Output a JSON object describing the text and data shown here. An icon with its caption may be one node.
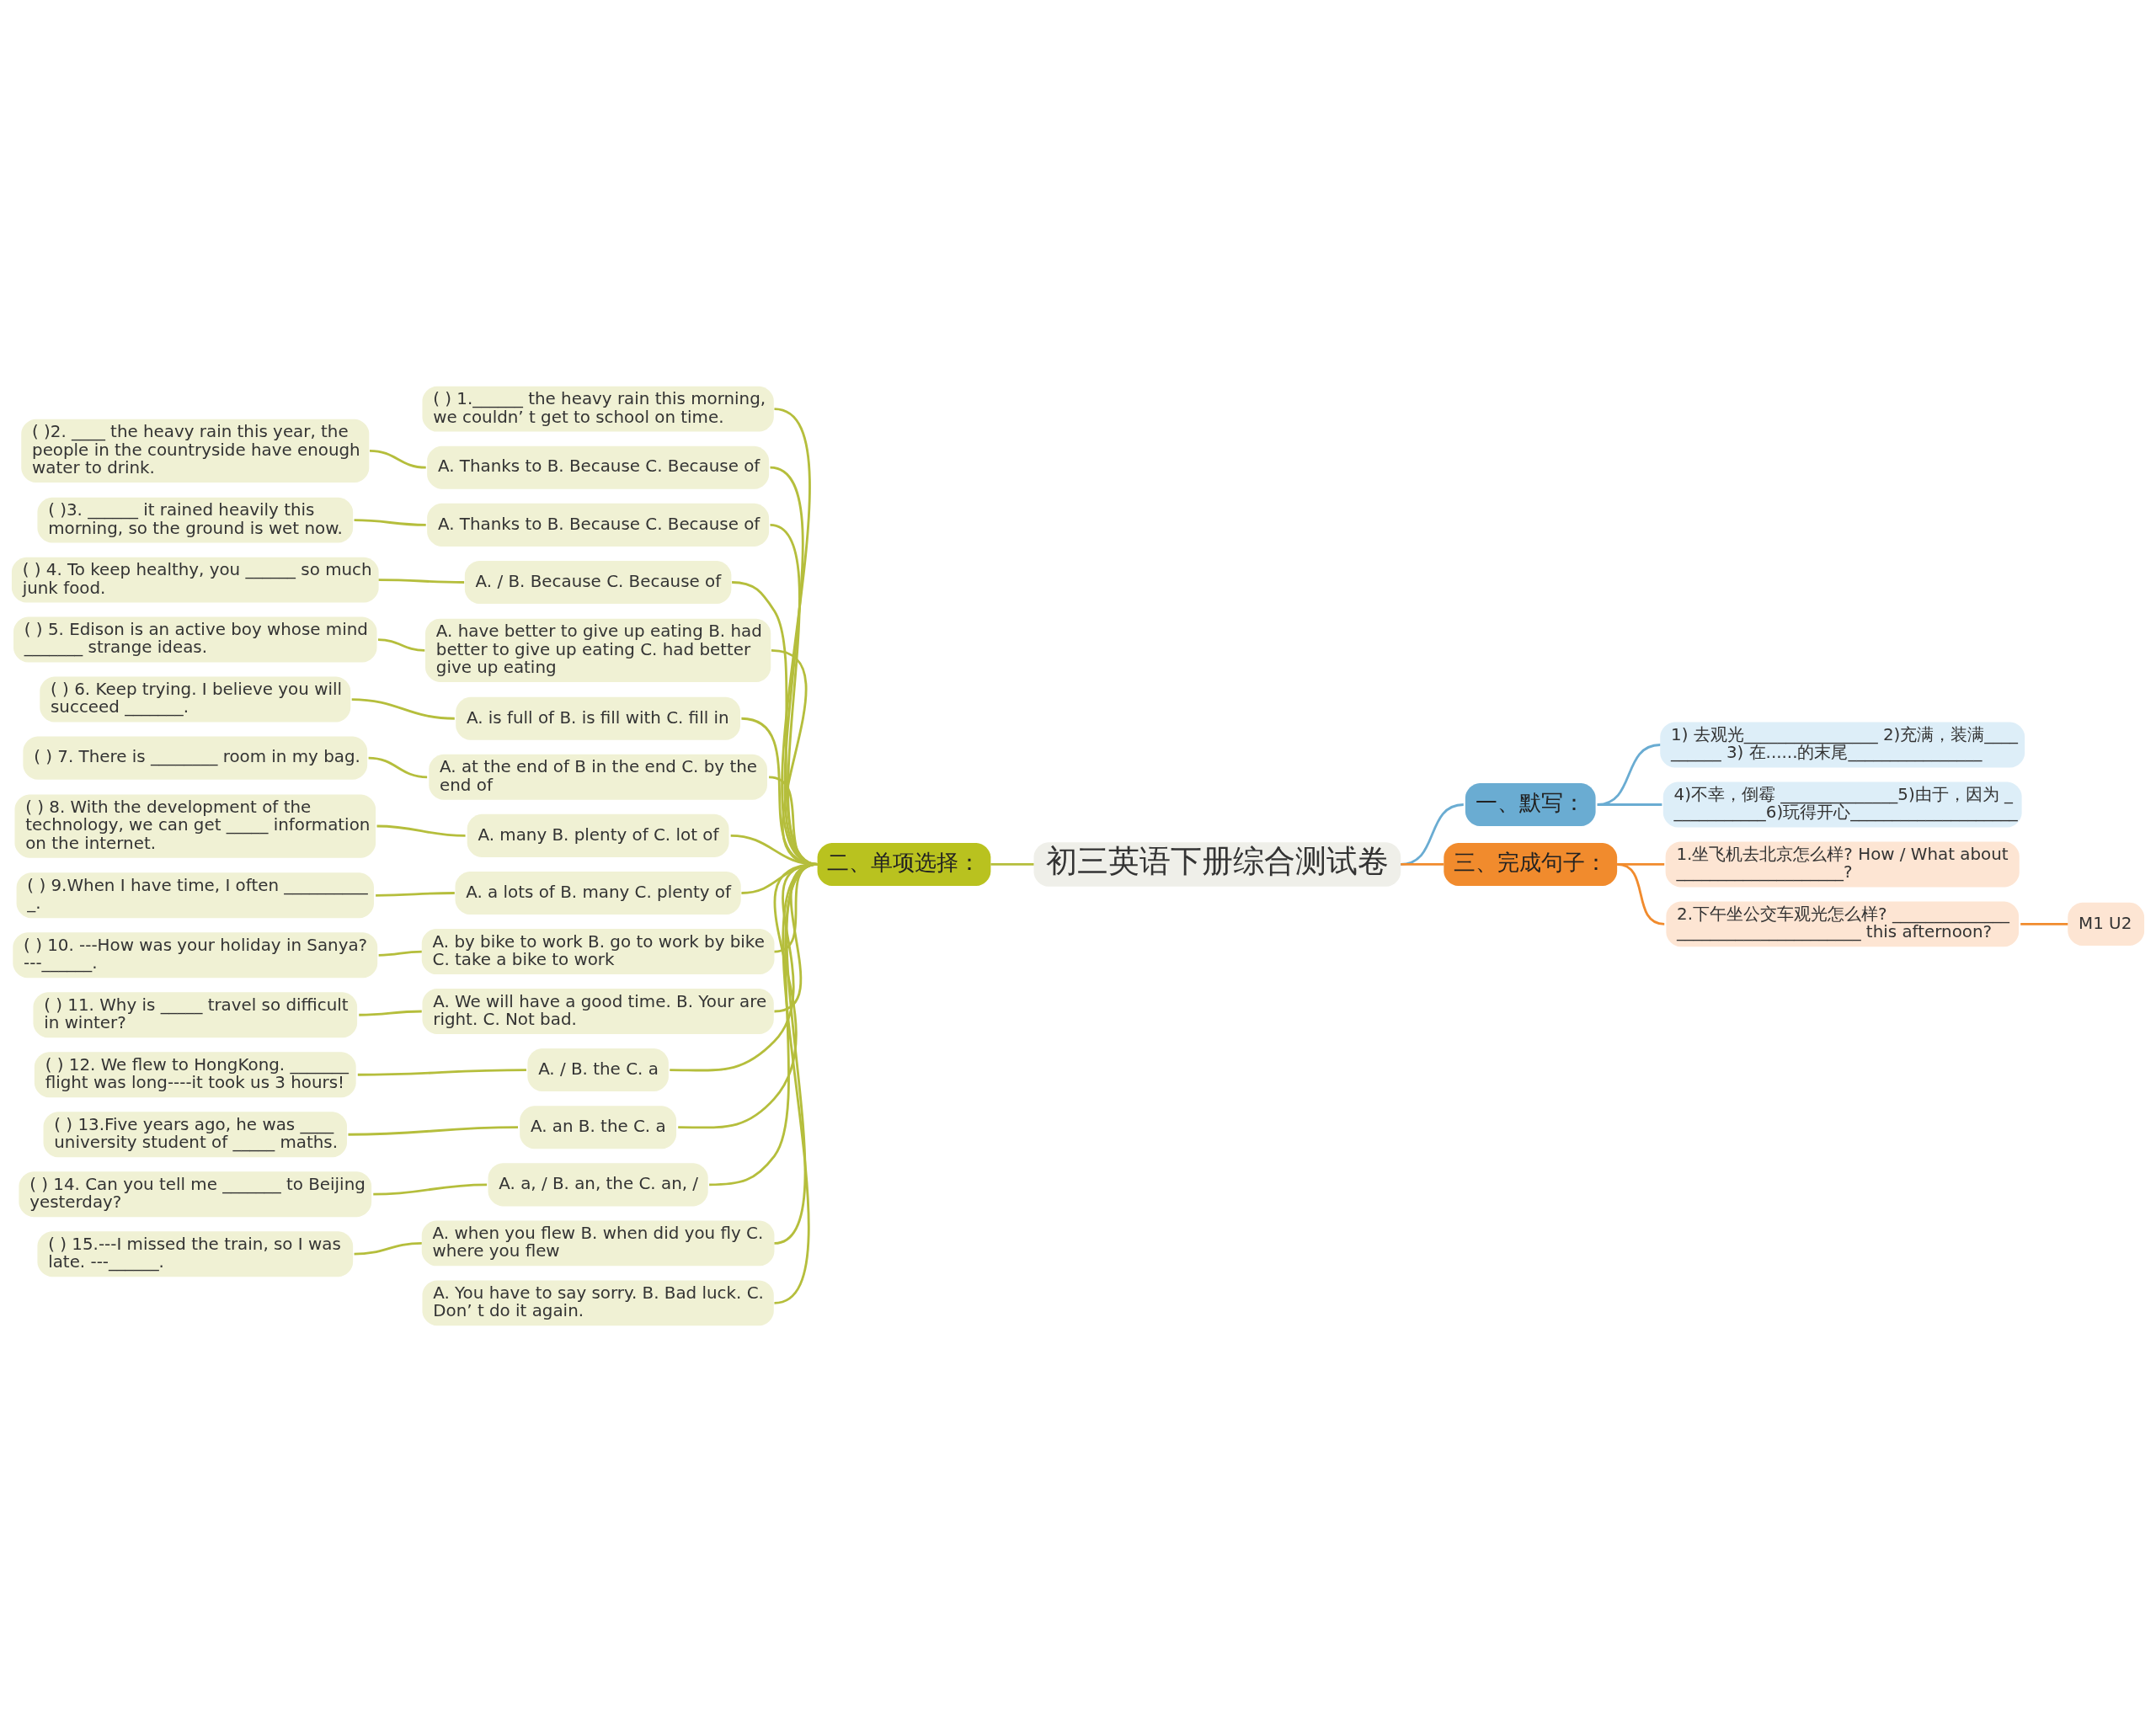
{
  "diagram": {
    "nodes": [
      {
        "text": [
          "初三英语下册综合测试卷"
        ]
      },
      {
        "text": [
          "一、默写："
        ]
      },
      {
        "text": [
          "1) 去观光________________ 2)充满，装满____ ______ 3) 在......的末尾________________"
        ]
      },
      {
        "text": [
          "4)不幸，倒霉 ______________5)由于，因为 _ ___________6)玩得开心____________________"
        ]
      },
      {
        "text": [
          "二、单项选择："
        ]
      },
      {
        "text": [
          "( ) 1.______ the heavy rain this morning, we couldn’ t get to school on time."
        ]
      },
      {
        "text": [
          "A. Thanks to B. Because C. Because of"
        ]
      },
      {
        "text": [
          "( )2. ____ the heavy rain this year, the people in the countryside have enough water to drink."
        ]
      },
      {
        "text": [
          "A. Thanks to B. Because C. Because of"
        ]
      },
      {
        "text": [
          "( )3. ______ it rained heavily this morning, so the ground is wet now."
        ]
      },
      {
        "text": [
          "A. / B. Because C. Because of"
        ]
      },
      {
        "text": [
          "( ) 4. To keep healthy, you ______ so much junk food."
        ]
      },
      {
        "text": [
          "A. have better to give up eating B. had better to give up eating C. had better give up eating"
        ]
      },
      {
        "text": [
          "( ) 5. Edison is an active boy whose mind _______ strange ideas."
        ]
      },
      {
        "text": [
          "A. is full of B. is fill with C. fill in"
        ]
      },
      {
        "text": [
          "( ) 6. Keep trying. I believe you will succeed _______."
        ]
      },
      {
        "text": [
          "A. at the end of B in the end C. by the end of"
        ]
      },
      {
        "text": [
          "( ) 7. There is ________ room in my bag."
        ]
      },
      {
        "text": [
          "A. many B. plenty of C. lot of"
        ]
      },
      {
        "text": [
          "( ) 8. With the development of the technology, we can get _____ information on the internet."
        ]
      },
      {
        "text": [
          "A. a lots of B. many C. plenty of"
        ]
      },
      {
        "text": [
          "( ) 9.When I have time, I often __________ _."
        ]
      },
      {
        "text": [
          "A. by bike to work B. go to work by bike C. take a bike to work"
        ]
      },
      {
        "text": [
          "( ) 10. ---How was your holiday in Sanya? ---______."
        ]
      },
      {
        "text": [
          "A. We will have a good time. B. Your are right. C. Not bad."
        ]
      },
      {
        "text": [
          "( ) 11. Why is _____ travel so difficult in winter?"
        ]
      },
      {
        "text": [
          "A. / B. the C. a"
        ]
      },
      {
        "text": [
          "( ) 12. We flew to HongKong. _______ flight was long----it took us 3 hours!"
        ]
      },
      {
        "text": [
          "A. an B. the C. a"
        ]
      },
      {
        "text": [
          "( ) 13.Five years ago, he was ____ university student of _____ maths."
        ]
      },
      {
        "text": [
          "A. a, / B. an, the C. an, /"
        ]
      },
      {
        "text": [
          "( ) 14. Can you tell me _______ to Beijing yesterday?"
        ]
      },
      {
        "text": [
          "A. when you flew B. when did you fly C. where you flew"
        ]
      },
      {
        "text": [
          "( ) 15.---I missed the train, so I was late. ---______."
        ]
      },
      {
        "text": [
          "A. You have to say sorry. B. Bad luck. C. Don’ t do it again."
        ]
      },
      {
        "text": [
          "三、完成句子："
        ]
      },
      {
        "text": [
          "1.坐飞机去北京怎么样? How / What about ____________________?"
        ]
      },
      {
        "text": [
          "2.下午坐公交车观光怎么样? ______________ ______________________ this afternoon?"
        ]
      },
      {
        "text": [
          "M1 U2"
        ]
      }
    ],
    "edges": [
      {
        "from": 0,
        "to": 1,
        "arrow": "none",
        "color": "#6aacd2"
      },
      {
        "from": 1,
        "to": 2,
        "arrow": "none",
        "color": "#6aacd2"
      },
      {
        "from": 1,
        "to": 3,
        "arrow": "none",
        "color": "#6aacd2"
      },
      {
        "from": 0,
        "to": 4,
        "arrow": "none"
      },
      {
        "from": 4,
        "to": 5,
        "arrow": "none"
      },
      {
        "from": 4,
        "to": 6,
        "arrow": "none"
      },
      {
        "from": 6,
        "to": 7,
        "arrow": "none"
      },
      {
        "from": 4,
        "to": 8,
        "arrow": "none"
      },
      {
        "from": 8,
        "to": 9,
        "arrow": "none"
      },
      {
        "from": 4,
        "to": 10,
        "arrow": "none"
      },
      {
        "from": 10,
        "to": 11,
        "arrow": "none"
      },
      {
        "from": 4,
        "to": 12,
        "arrow": "none"
      },
      {
        "from": 12,
        "to": 13,
        "arrow": "none"
      },
      {
        "from": 4,
        "to": 14,
        "arrow": "none"
      },
      {
        "from": 14,
        "to": 15,
        "arrow": "none"
      },
      {
        "from": 4,
        "to": 16,
        "arrow": "none"
      },
      {
        "from": 16,
        "to": 17,
        "arrow": "none"
      },
      {
        "from": 4,
        "to": 18,
        "arrow": "none"
      },
      {
        "from": 18,
        "to": 19,
        "arrow": "none"
      },
      {
        "from": 4,
        "to": 20,
        "arrow": "none"
      },
      {
        "from": 20,
        "to": 21,
        "arrow": "none"
      },
      {
        "from": 4,
        "to": 22,
        "arrow": "none"
      },
      {
        "from": 22,
        "to": 23,
        "arrow": "none"
      },
      {
        "from": 4,
        "to": 24,
        "arrow": "none"
      },
      {
        "from": 24,
        "to": 25,
        "arrow": "none"
      },
      {
        "from": 4,
        "to": 26,
        "arrow": "none"
      },
      {
        "from": 26,
        "to": 27,
        "arrow": "none"
      },
      {
        "from": 4,
        "to": 28,
        "arrow": "none"
      },
      {
        "from": 28,
        "to": 29,
        "arrow": "none"
      },
      {
        "from": 4,
        "to": 30,
        "arrow": "none"
      },
      {
        "from": 30,
        "to": 31,
        "arrow": "none"
      },
      {
        "from": 4,
        "to": 32,
        "arrow": "none"
      },
      {
        "from": 32,
        "to": 33,
        "arrow": "none"
      },
      {
        "from": 4,
        "to": 34,
        "arrow": "none"
      },
      {
        "from": 0,
        "to": 35,
        "arrow": "none",
        "color": "#f18b2d"
      },
      {
        "from": 35,
        "to": 36,
        "arrow": "none",
        "color": "#f18b2d"
      },
      {
        "from": 35,
        "to": 37,
        "arrow": "none",
        "color": "#f18b2d"
      },
      {
        "from": 37,
        "to": 38,
        "arrow": "none",
        "color": "#f18b2d"
      }
    ]
  }
}
